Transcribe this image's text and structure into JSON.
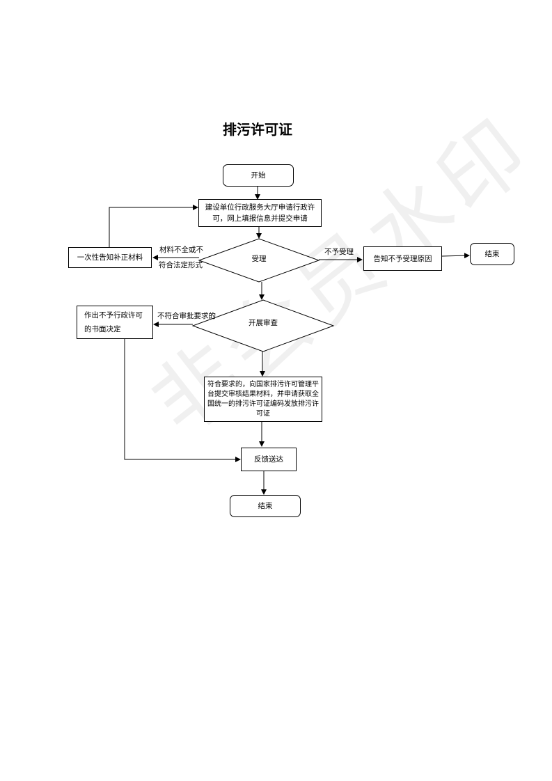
{
  "title": "排污许可证",
  "watermark": "非会员水印",
  "nodes": {
    "start": "开始",
    "apply": "建设单位行政服务大厅申请行政许可，网上填报信息并提交申请",
    "accept": "受理",
    "supplement": "一次性告知补正材料",
    "reject_notice": "告知不予受理原因",
    "end_top": "结束",
    "review": "开展审查",
    "deny_decision": "作出不予行政许可的书面决定",
    "approve": "符合要求的，向国家排污许可管理平台提交审核结果材料，并申请获取全国统一的排污许可证编码发放排污许可证",
    "feedback": "反馈送达",
    "end_bottom": "结束"
  },
  "edges": {
    "incomplete_line1": "材料不全或不",
    "incomplete_line2": "符合法定形式",
    "not_accept": "不予受理",
    "not_meet": "不符合审批要求的"
  }
}
